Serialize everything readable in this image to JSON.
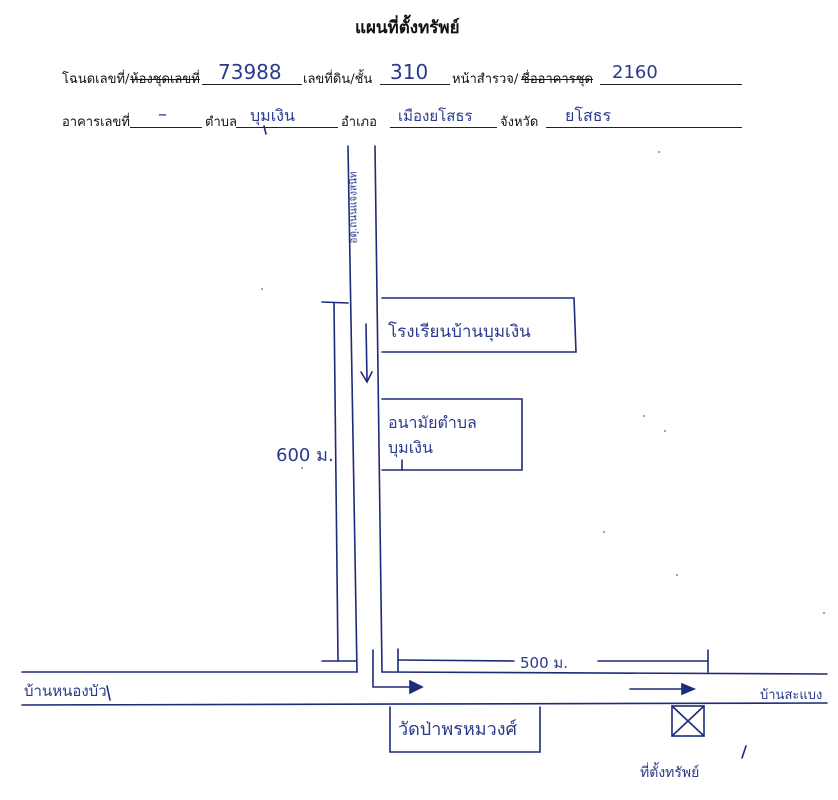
{
  "title": "แผนที่ตั้งทรัพย์",
  "form": {
    "title_deed_label": "โฉนดเลขที่/",
    "condo_unit_label": "ห้องชุดเลขที่",
    "title_deed_value": "73988",
    "land_no_label": "เลขที่ดิน/ชั้น",
    "land_no_value": "310",
    "survey_page_label": "หน้าสำรวจ/",
    "condo_name_label": "ชื่ออาคารชุด",
    "survey_page_value": "2160",
    "building_no_label": "อาคารเลขที่",
    "building_no_value": "–",
    "subdistrict_label": "ตำบล",
    "subdistrict_value": "บุมเงิน",
    "district_label": "อำเภอ",
    "district_value": "เมืองยโสธร",
    "province_label": "จังหวัด",
    "province_value": "ยโสธร"
  },
  "map": {
    "vertical_road_label": "อดุ.ถนนแจ้งสนิท",
    "school_label": "โรงเรียนบ้านบุมเงิน",
    "health_center_line1": "อนามัยตำบล",
    "health_center_line2": "บุมเงิน",
    "distance_vertical": "600 ม.",
    "distance_horizontal": "500 ม.",
    "left_direction": "บ้านหนองบัว",
    "right_direction": "บ้านสะแบง",
    "temple_label": "วัดป่าพรหมวงศ์",
    "property_label": "ที่ตั้งทรัพย์"
  },
  "colors": {
    "ink": "#2a3a8c",
    "print": "#111111"
  }
}
